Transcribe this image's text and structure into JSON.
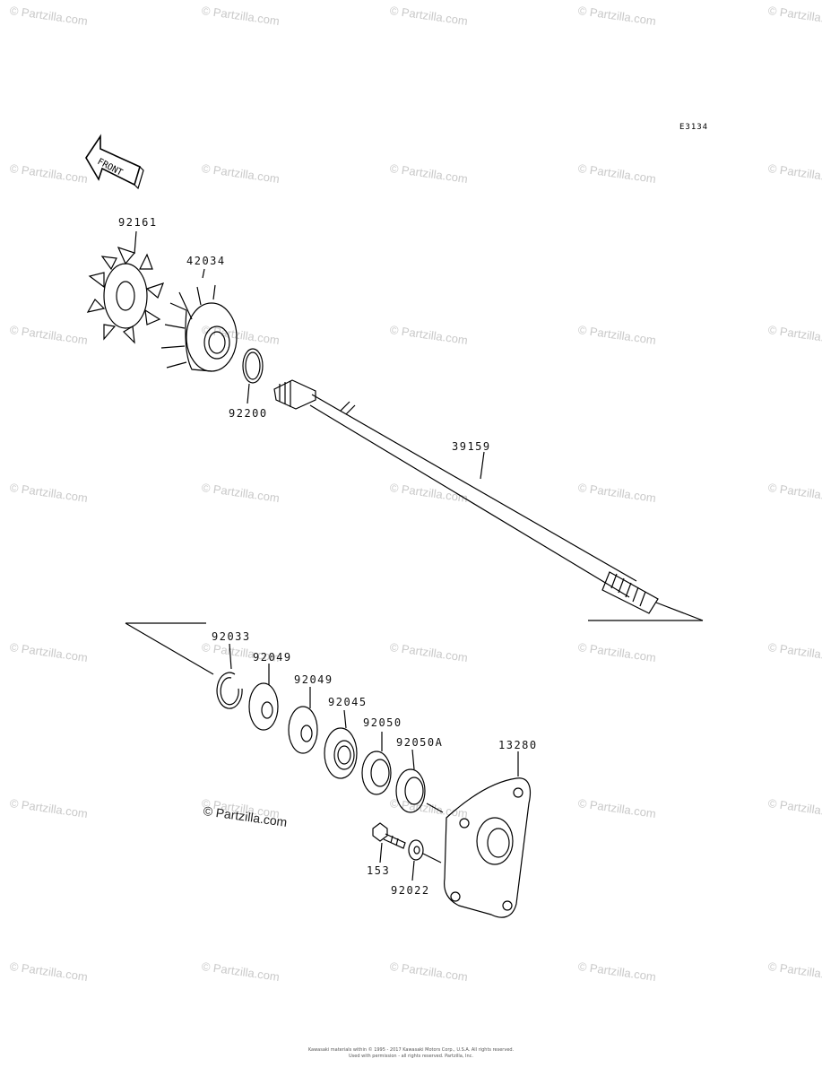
{
  "diagram_code": "E3134",
  "front_label": "FRONT",
  "watermark": "© Partzilla.com",
  "credit": "© Partzilla.com",
  "copyright_line1": "Kawasaki materials within © 1995 - 2017 Kawasaki Motors Corp., U.S.A. All rights reserved.",
  "copyright_line2": "Used with permission - all rights reserved. Partzilla, Inc.",
  "parts": [
    {
      "number": "92161"
    },
    {
      "number": "42034"
    },
    {
      "number": "92200"
    },
    {
      "number": "39159"
    },
    {
      "number": "92033"
    },
    {
      "number": "92049"
    },
    {
      "number": "92049"
    },
    {
      "number": "92045"
    },
    {
      "number": "92050"
    },
    {
      "number": "92050A"
    },
    {
      "number": "13280"
    },
    {
      "number": "153"
    },
    {
      "number": "92022"
    }
  ]
}
